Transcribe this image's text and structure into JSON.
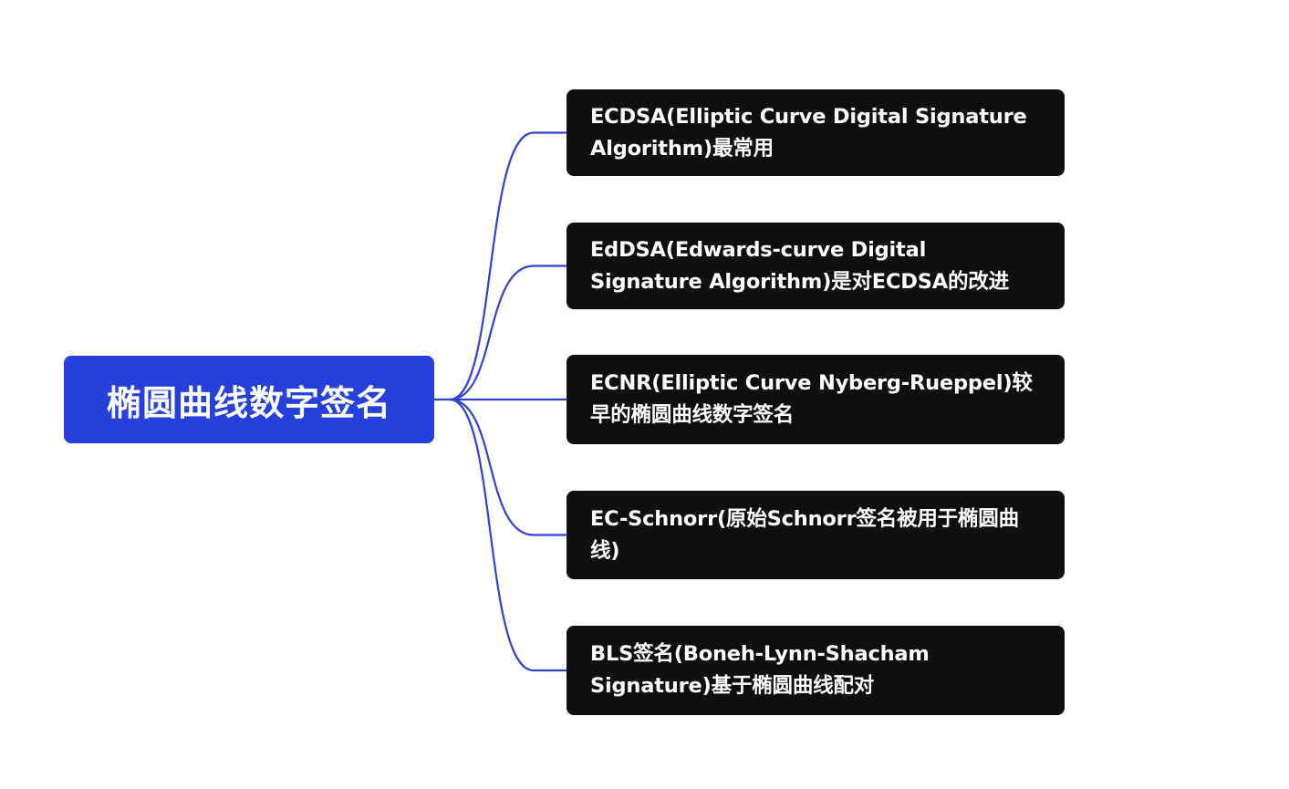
{
  "diagram": {
    "type": "mindmap",
    "colors": {
      "root_fill": "#2540db",
      "child_fill": "#0f0f0f",
      "connector": "#2d43d1",
      "text": "#ffffff",
      "background": "#ffffff"
    },
    "root": {
      "label": "椭圆曲线数字签名"
    },
    "children": [
      {
        "label": "ECDSA(Elliptic Curve Digital Signature Algorithm)最常用"
      },
      {
        "label": "EdDSA(Edwards-curve Digital Signature Algorithm)是对ECDSA的改进"
      },
      {
        "label": "ECNR(Elliptic Curve Nyberg-Rueppel)较早的椭圆曲线数字签名"
      },
      {
        "label": "EC-Schnorr(原始Schnorr签名被用于椭圆曲线)"
      },
      {
        "label": "BLS签名(Boneh-Lynn-Shacham Signature)基于椭圆曲线配对"
      }
    ]
  }
}
